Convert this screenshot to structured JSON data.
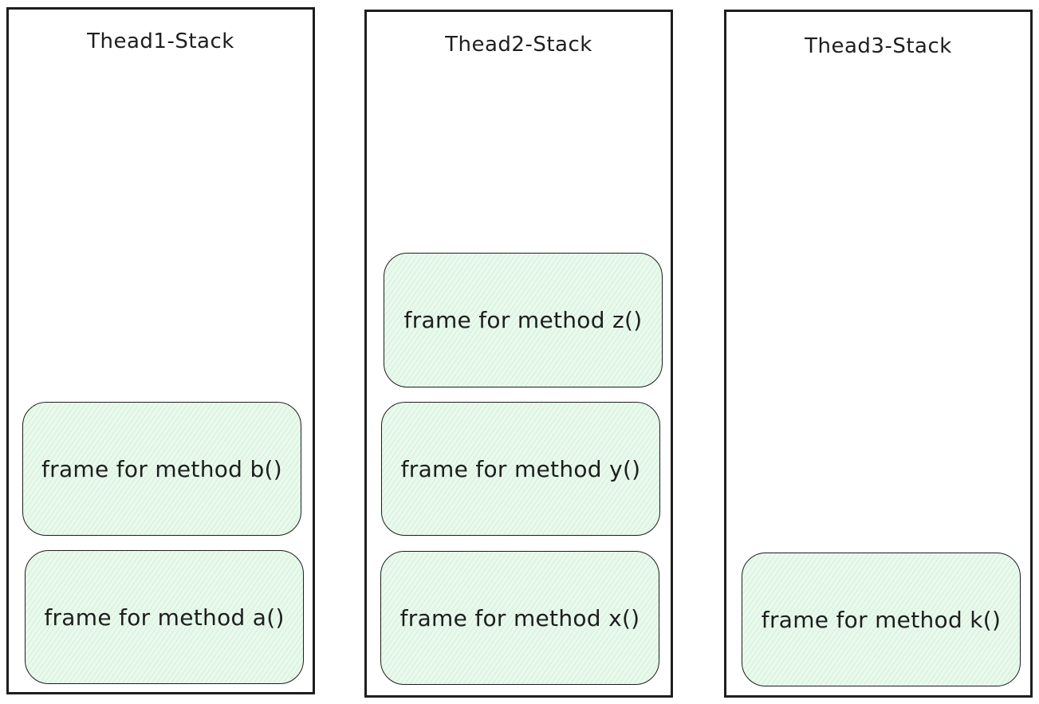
{
  "stacks": [
    {
      "title": "Thead1-Stack",
      "frames": [
        "frame for method b()",
        "frame for method a()"
      ]
    },
    {
      "title": "Thead2-Stack",
      "frames": [
        "frame for method z()",
        "frame for method y()",
        "frame for method x()"
      ]
    },
    {
      "title": "Thead3-Stack",
      "frames": [
        "frame for method k()"
      ]
    }
  ],
  "colors": {
    "frame_fill": "#b2f2bb",
    "stroke": "#1e1e1e",
    "background": "#ffffff"
  }
}
